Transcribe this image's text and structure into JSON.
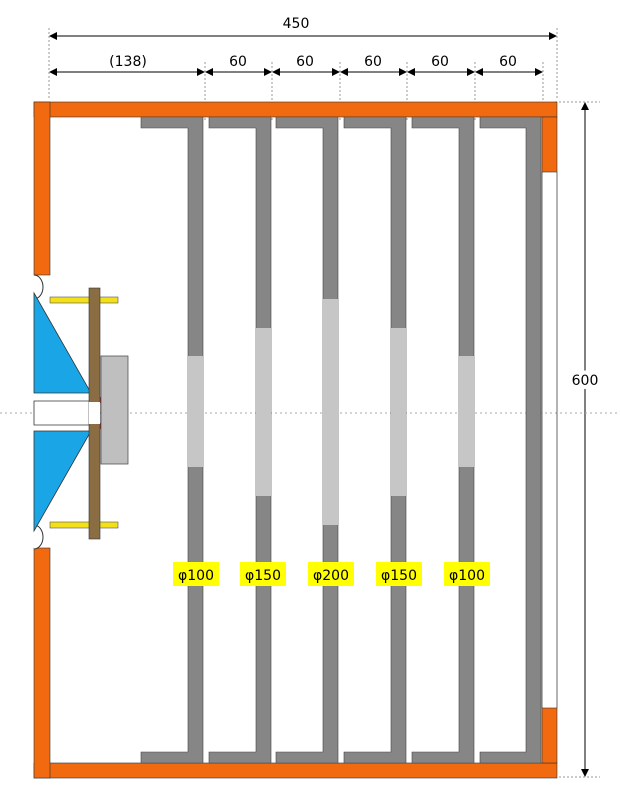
{
  "dimensions": {
    "total_width": "450",
    "height": "600",
    "segments": [
      "(138)",
      "60",
      "60",
      "60",
      "60",
      "60"
    ]
  },
  "hole_labels": [
    "φ100",
    "φ150",
    "φ200",
    "φ150",
    "φ100"
  ],
  "colors": {
    "enclosure": "#f26a10",
    "baffle": "#868686",
    "hole": "#c6c6c6",
    "driver_cone": "#1aa6e6",
    "flange": "#8b6d43",
    "bolt": "#f4e018",
    "label_bg": "#ffff00",
    "dimension_line": "#000000"
  }
}
